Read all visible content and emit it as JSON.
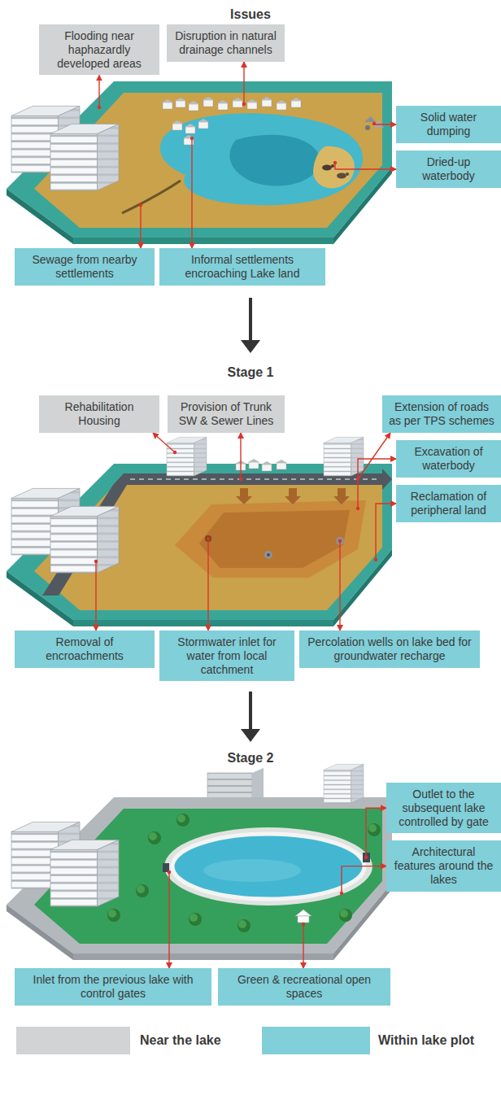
{
  "diagram": {
    "nodes": [
      {
        "text": [
          "Flooding near haphazardly developed areas"
        ]
      },
      {
        "text": [
          "Disruption in natural drainage channels"
        ]
      },
      {
        "text": [
          "Solid water dumping"
        ]
      },
      {
        "text": [
          "Dried-up waterbody"
        ]
      },
      {
        "text": [
          "Sewage from nearby settlements"
        ]
      },
      {
        "text": [
          "Informal settlements encroaching Lake land"
        ]
      },
      {
        "text": [
          "Rehabilitation Housing"
        ]
      },
      {
        "text": [
          "Provision of Trunk SW & Sewer Lines"
        ]
      },
      {
        "text": [
          "Extension of roads as per TPS schemes"
        ]
      },
      {
        "text": [
          "Excavation of waterbody"
        ]
      },
      {
        "text": [
          "Reclamation of peripheral land"
        ]
      },
      {
        "text": [
          "Removal of encroachments"
        ]
      },
      {
        "text": [
          "Stormwater inlet for water from local catchment"
        ]
      },
      {
        "text": [
          "Percolation wells on lake bed for groundwater recharge"
        ]
      },
      {
        "text": [
          "Outlet to the subsequent lake controlled by gate"
        ]
      },
      {
        "text": [
          "Architectural features around the lakes"
        ]
      },
      {
        "text": [
          "Inlet from the previous lake with control gates"
        ]
      },
      {
        "text": [
          "Green & recreational open spaces"
        ]
      }
    ],
    "labels": [
      "Issues",
      "Stage 1",
      "Stage 2"
    ],
    "legend": [
      {
        "text": "Near the lake",
        "color": "#d1d3d4"
      },
      {
        "text": "Within lake plot",
        "color": "#80cfd9"
      }
    ]
  }
}
